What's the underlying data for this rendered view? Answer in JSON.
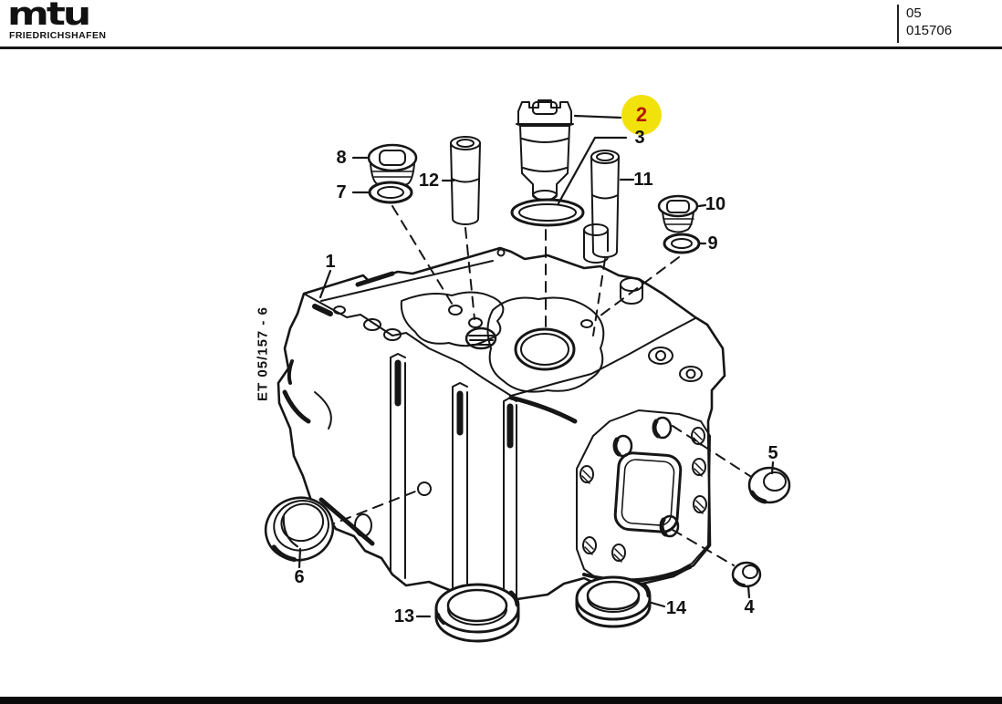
{
  "header": {
    "logo_text": "mtu",
    "logo_subtext": "FRIEDRICHSHAFEN",
    "sheet": {
      "line1": "05",
      "line2": "015706"
    }
  },
  "diagram": {
    "drawing_code": "ET 05/157 - 6",
    "highlight_color": "#f2e20c",
    "highlight_text_color": "#b31600",
    "highlighted_part": "2",
    "callouts": [
      {
        "label": "1"
      },
      {
        "label": "2"
      },
      {
        "label": "3"
      },
      {
        "label": "4"
      },
      {
        "label": "5"
      },
      {
        "label": "6"
      },
      {
        "label": "7"
      },
      {
        "label": "8"
      },
      {
        "label": "9"
      },
      {
        "label": "10"
      },
      {
        "label": "11"
      },
      {
        "label": "12"
      },
      {
        "label": "13"
      },
      {
        "label": "14"
      }
    ]
  }
}
